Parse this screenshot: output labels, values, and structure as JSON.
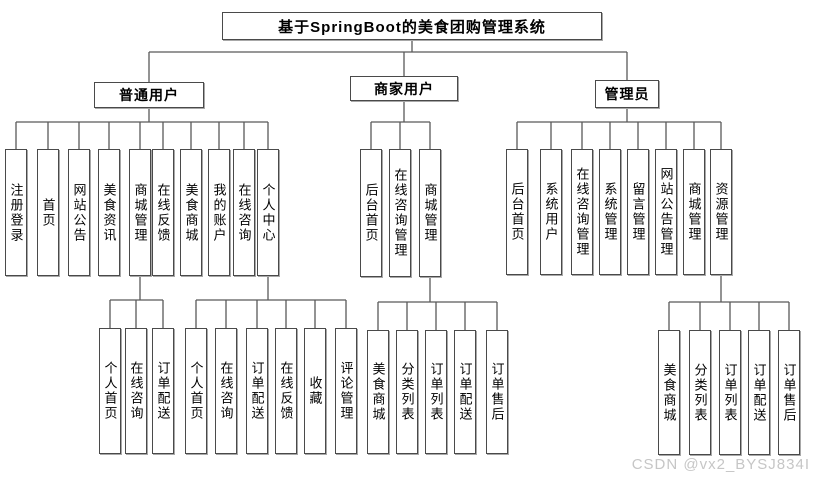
{
  "title": "基于SpringBoot的美食团购管理系统",
  "watermark": "CSDN @vx2_BYSJ834I",
  "tree": {
    "roles": [
      {
        "label": "普通用户",
        "children": [
          "注册登录",
          "首页",
          "网站公告",
          "美食资讯",
          "商城管理",
          "在线反馈",
          "美食商城",
          "我的账户",
          "在线咨询",
          "个人中心"
        ]
      },
      {
        "label": "商家用户",
        "children": [
          "后台首页",
          "在线咨询管理",
          "商城管理"
        ]
      },
      {
        "label": "管理员",
        "children": [
          "后台首页",
          "系统用户",
          "在线咨询管理",
          "系统管理",
          "留言管理",
          "网站公告管理",
          "商城管理",
          "资源管理"
        ]
      }
    ],
    "subgroups": [
      {
        "parent": "商城管理",
        "children": [
          "个人首页",
          "在线咨询",
          "订单配送"
        ]
      },
      {
        "parent": "个人中心",
        "children": [
          "个人首页",
          "在线咨询",
          "订单配送",
          "在线反馈",
          "收藏",
          "评论管理"
        ]
      },
      {
        "parent": "商城管理",
        "children": [
          "美食商城",
          "分类列表",
          "订单列表",
          "订单配送",
          "订单售后"
        ]
      },
      {
        "parent": "资源管理",
        "children": [
          "美食商城",
          "分类列表",
          "订单列表",
          "订单配送",
          "订单售后"
        ]
      }
    ]
  }
}
